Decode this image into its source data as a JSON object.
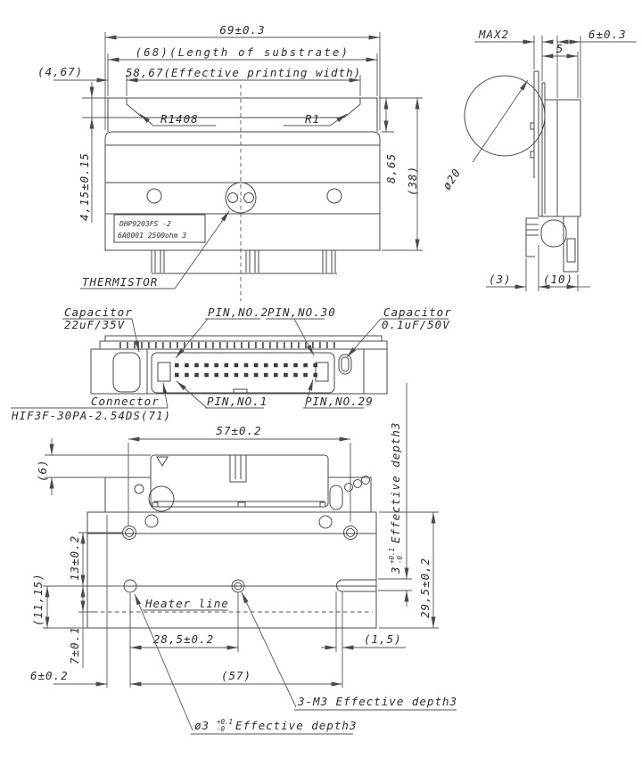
{
  "front_view": {
    "dim_total_width": "69±0.3",
    "dim_substrate": "(68)(Length of substrate)",
    "dim_printing_width": "58,67(Effective printing width)",
    "dim_edge_offset": "(4,67)",
    "dim_glaze": "4,15±0.15",
    "radius_left": "R1408",
    "radius_right": "R1",
    "dim_top_height": "8,65",
    "dim_total_height": "(38)",
    "label_box_line1": "DHP9203FS -2",
    "label_box_line2": "6A0001  2500ohm 3",
    "thermistor_label": "THERMISTOR"
  },
  "side_view": {
    "dim_max": "MAX2",
    "dim_thickness": "6±0.3",
    "dim_step": "5",
    "dim_roller": "ø20",
    "dim_offset_3": "(3)",
    "dim_offset_10": "(10)"
  },
  "connector_view": {
    "cap_left_title": "Capacitor",
    "cap_left_value": "22uF/35V",
    "pin2_label": "PIN,NO.2",
    "pin30_label": "PIN,NO.30",
    "cap_right_title": "Capacitor",
    "cap_right_value": "0.1uF/50V",
    "connector_title": "Connector",
    "connector_part": "HIF3F-30PA-2.54DS(71)",
    "pin1_label": "PIN,NO.1",
    "pin29_label": "PIN,NO.29"
  },
  "bottom_view": {
    "dim_connector_width": "57±0.2",
    "dim_offset_6": "(6)",
    "dim_13": "13±0.2",
    "dim_11_15": "(11,15)",
    "dim_7": "7±0.1",
    "dim_6": "6±0.2",
    "dim_28_5": "28,5±0.2",
    "dim_57": "(57)",
    "dim_1_5": "(1,5)",
    "dim_29_5": "29,5±0,2",
    "slot_dim_base": "3",
    "slot_tol_plus": "+0.1",
    "slot_tol_minus": "-0",
    "slot_label": "Effective depth3",
    "heater_line_label": "Heater line",
    "m3_label": "3-M3 Effective depth3",
    "hole_dim_base": "ø3",
    "hole_tol_plus": "+0.1",
    "hole_tol_minus": "-0",
    "hole_label": "Effective depth3"
  }
}
